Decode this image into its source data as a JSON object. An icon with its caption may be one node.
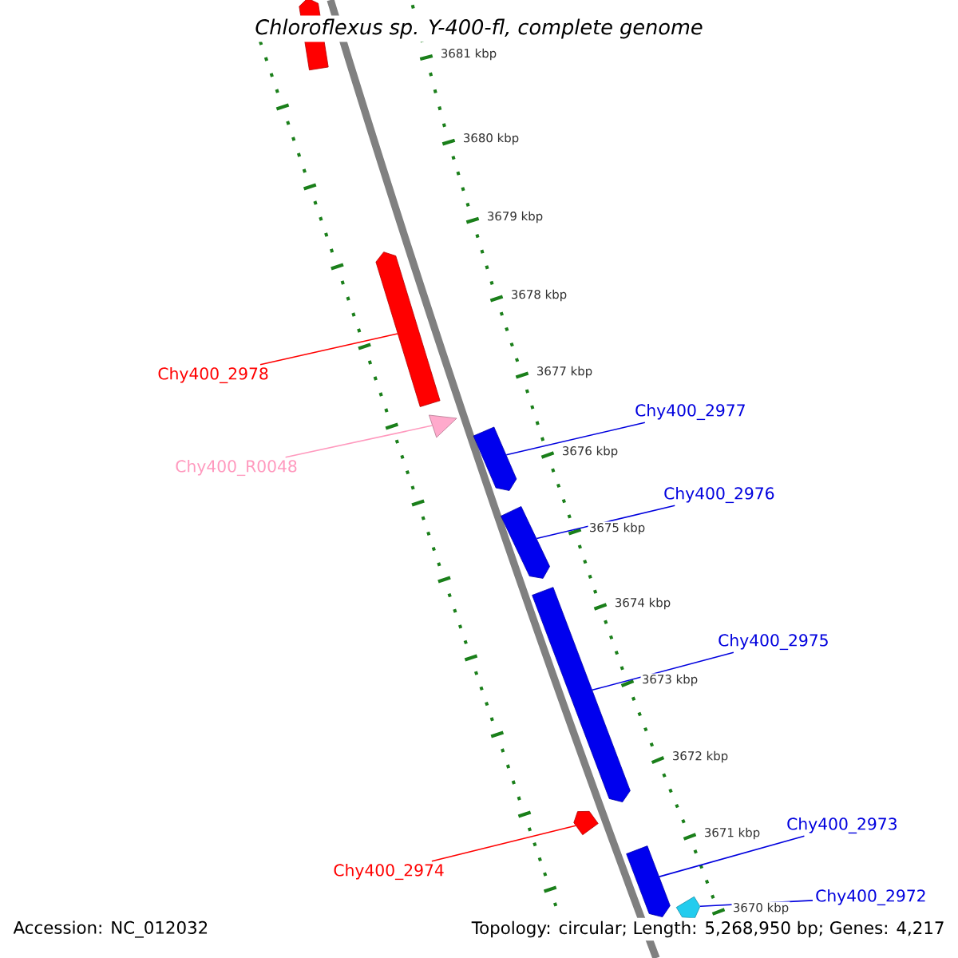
{
  "diagram": {
    "title": "Chloroflexus sp. Y-400-fl, complete genome",
    "nodes": [
      {
        "text": [],
        "shape": "arrow"
      },
      {
        "text": [],
        "shape": "arrow"
      },
      {
        "text": [
          "Chy400_2978"
        ]
      },
      {
        "text": [],
        "shape": "triangle"
      },
      {
        "text": [
          "Chy400_R0048"
        ]
      },
      {
        "text": [
          "Chy400_2977"
        ]
      },
      {
        "text": [],
        "shape": "arrow"
      },
      {
        "text": [
          "Chy400_2976"
        ]
      },
      {
        "text": [],
        "shape": "arrow"
      },
      {
        "text": [
          "Chy400_2975"
        ]
      },
      {
        "text": [],
        "shape": "arrow"
      },
      {
        "text": [],
        "shape": "arrow"
      },
      {
        "text": [
          "Chy400_2974"
        ]
      },
      {
        "text": [
          "Chy400_2973"
        ]
      },
      {
        "text": [],
        "shape": "arrow"
      },
      {
        "text": [
          "Chy400_2972"
        ]
      },
      {
        "text": [],
        "shape": "arrow"
      }
    ],
    "edges": [
      {
        "from": 2,
        "to": 1,
        "arrow": "none",
        "color": "#ff0000"
      },
      {
        "from": 4,
        "to": 3,
        "arrow": "none",
        "color": "#ff99cc"
      },
      {
        "from": 5,
        "to": 6,
        "arrow": "none"
      },
      {
        "from": 7,
        "to": 8,
        "arrow": "none"
      },
      {
        "from": 9,
        "to": 10,
        "arrow": "none"
      },
      {
        "from": 12,
        "to": 11,
        "arrow": "none",
        "color": "#ff0000"
      },
      {
        "from": 13,
        "to": 14,
        "arrow": "none"
      },
      {
        "from": 15,
        "to": 16,
        "arrow": "none"
      }
    ],
    "labels": [
      "3681 kbp",
      "3680 kbp",
      "3679 kbp",
      "3678 kbp",
      "3677 kbp",
      "3676 kbp",
      "3675 kbp",
      "3674 kbp",
      "3673 kbp",
      "3672 kbp",
      "3671 kbp",
      "3670 kbp",
      "Accession: NC_012032",
      "Topology: circular; Length: 5,268,950 bp; Genes: 4,217"
    ]
  }
}
